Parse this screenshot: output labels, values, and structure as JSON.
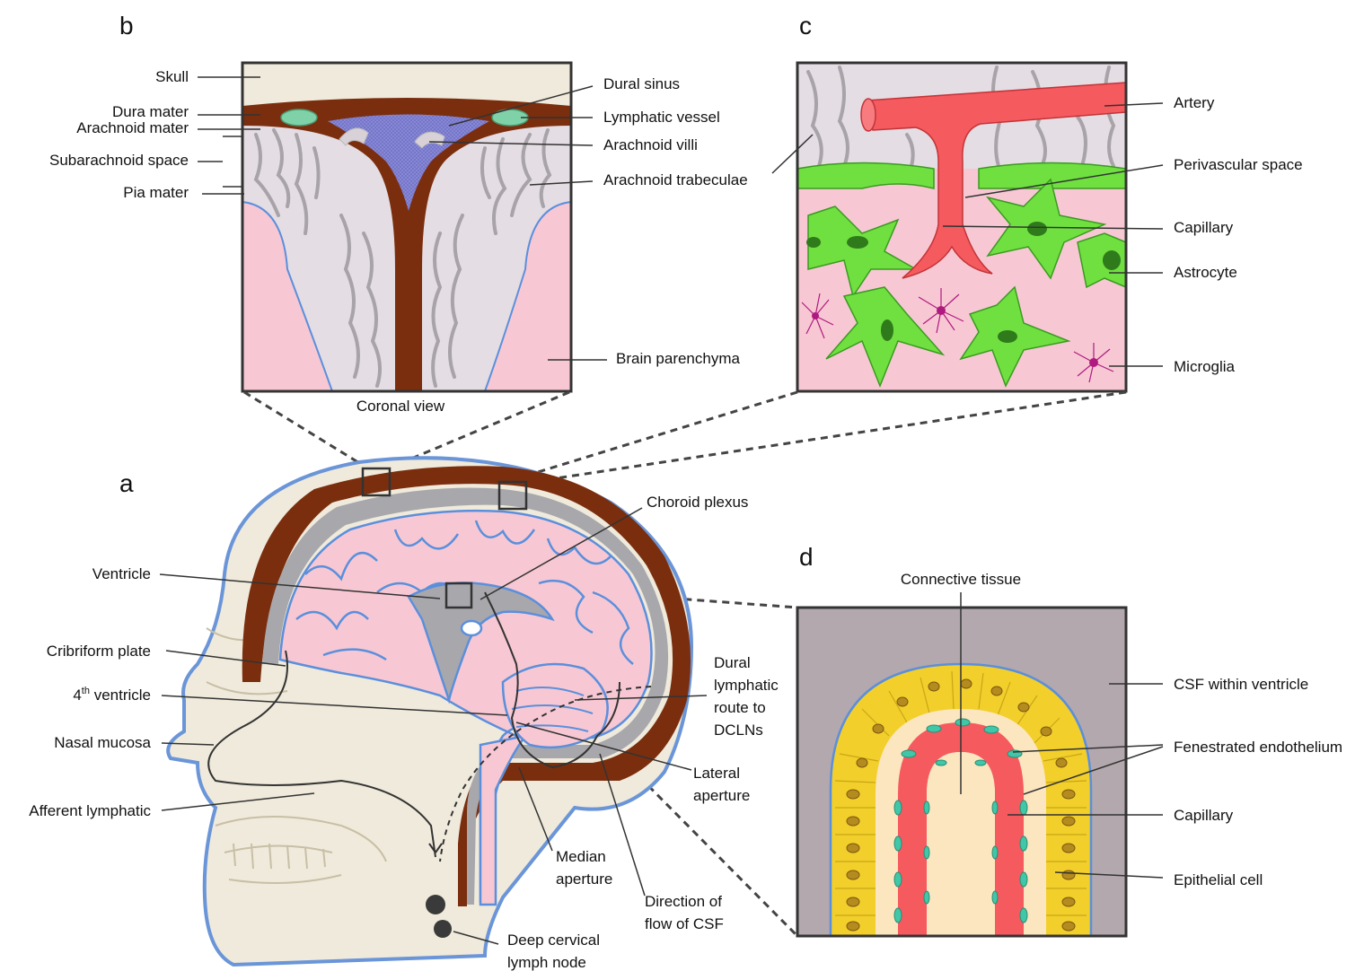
{
  "panels": {
    "a": {
      "letter": "a",
      "labels": {
        "ventricle": "Ventricle",
        "cribriform_plate": "Cribriform plate",
        "fourth_ventricle_num": "4",
        "fourth_ventricle_sup": "th",
        "fourth_ventricle_rest": " ventricle",
        "nasal_mucosa": "Nasal mucosa",
        "afferent_lymphatic": "Afferent lymphatic",
        "choroid_plexus": "Choroid plexus",
        "dural_route_1": "Dural",
        "dural_route_2": "lymphatic",
        "dural_route_3": "route to",
        "dural_route_4": "DCLNs",
        "lateral_aperture_1": "Lateral",
        "lateral_aperture_2": "aperture",
        "median_aperture_1": "Median",
        "median_aperture_2": "aperture",
        "direction_flow_1": "Direction of",
        "direction_flow_2": "flow of CSF",
        "deep_cervical_1": "Deep  cervical",
        "deep_cervical_2": "lymph node"
      }
    },
    "b": {
      "letter": "b",
      "caption": "Coronal view",
      "labels": {
        "skull": "Skull",
        "dura_mater": "Dura mater",
        "arachnoid_mater": "Arachnoid mater",
        "subarachnoid_space": "Subarachnoid space",
        "pia_mater": "Pia mater",
        "dural_sinus": "Dural sinus",
        "lymphatic_vessel": "Lymphatic vessel",
        "arachnoid_villi": "Arachnoid villi",
        "arachnoid_trabeculae": "Arachnoid trabeculae",
        "brain_parenchyma": "Brain parenchyma"
      }
    },
    "c": {
      "letter": "c",
      "labels": {
        "artery": "Artery",
        "perivascular_space": "Perivascular space",
        "capillary": "Capillary",
        "astrocyte": "Astrocyte",
        "microglia": "Microglia"
      }
    },
    "d": {
      "letter": "d",
      "labels": {
        "connective_tissue": "Connective tissue",
        "csf_within_ventricle": "CSF within ventricle",
        "fenestrated_endothelium": "Fenestrated endothelium",
        "capillary": "Capillary",
        "epithelial_cell": "Epithelial cell"
      }
    }
  },
  "colors": {
    "dura": "#7a2e0e",
    "brain": "#f7c8d3",
    "pia_blue": "#5b8fdc",
    "skull": "#efeadb",
    "trabeculae": "#a8a3a8",
    "sinus_blue": "#7777cc",
    "lymphatic_green": "#7fd1a8",
    "artery_red": "#f55a5f",
    "astrocyte_green": "#6fe040",
    "microglia_magenta": "#b01a80",
    "csf_gray": "#b3a8ad",
    "epithelium_yellow": "#f2cf2a",
    "connective_cream": "#fbe6c0",
    "ventricle_gray": "#a8a8ac"
  }
}
